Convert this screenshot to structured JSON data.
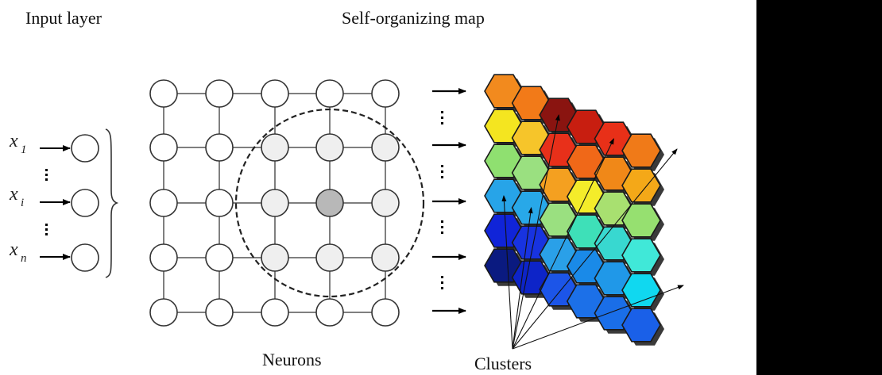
{
  "labels": {
    "input_layer": "Input layer",
    "som": "Self-organizing map",
    "neurons": "Neurons",
    "clusters": "Clusters"
  },
  "inputs": [
    {
      "symbol": "x",
      "sub": "1"
    },
    {
      "symbol": "x",
      "sub": "i"
    },
    {
      "symbol": "x",
      "sub": "n"
    }
  ],
  "grid": {
    "rows": 5,
    "cols": 5,
    "bmu": [
      2,
      3
    ],
    "neighborhood": "dashed-circle"
  },
  "hex_colors": [
    [
      "#f28a1e",
      "#f4e520",
      "#8fe070",
      "#27a4e8",
      "#1024d8",
      "#0a1a80"
    ],
    [
      "#f27a18",
      "#f6c52a",
      "#9ae080",
      "#28a8e8",
      "#1833e0",
      "#0d24c8"
    ],
    [
      "#8a1410",
      "#e8301a",
      "#f4a020",
      "#9ae080",
      "#2aa0e8",
      "#1c55e8"
    ],
    [
      "#c81e10",
      "#f06818",
      "#f4ec2a",
      "#3ee0b8",
      "#1a8ae8",
      "#1c70e8"
    ],
    [
      "#e83018",
      "#f08818",
      "#a8e070",
      "#38d8d0",
      "#2098e8",
      "#1a6ee8"
    ],
    [
      "#f07a18",
      "#f4a818",
      "#96e070",
      "#40e8d8",
      "#10d8f0",
      "#1a60e8"
    ]
  ]
}
